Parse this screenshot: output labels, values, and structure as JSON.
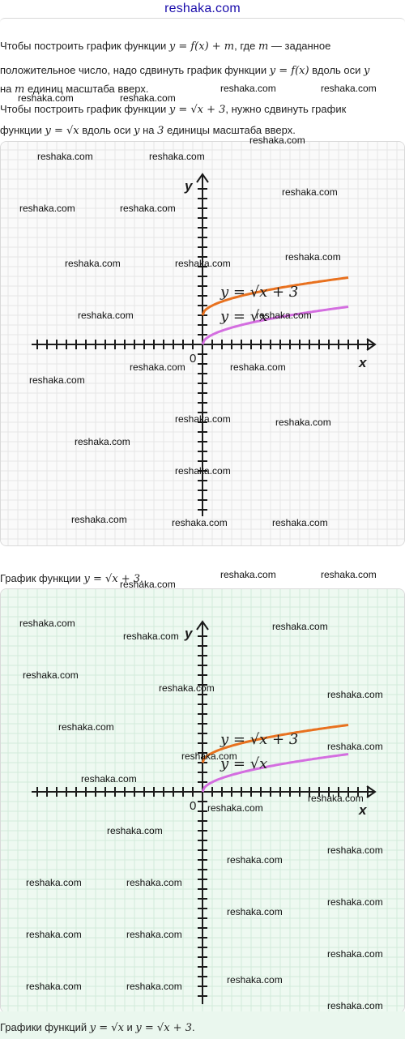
{
  "site": {
    "link": "reshaka.com"
  },
  "text": {
    "line1a": "Чтобы построить график функции ",
    "line1m": "y = f(x) + m",
    "line1b": ", где ",
    "line1m2": "m",
    "line1c": " — заданное",
    "line2a": "положительное число, надо сдвинуть график функции ",
    "line2m": "y = f(x)",
    "line2b": " вдоль оси ",
    "line2m2": "y",
    "line3a": "на ",
    "line3m": "m",
    "line3b": " единиц масштаба вверх.",
    "line4a": "Чтобы построить график функции ",
    "line4m": "y = √x + 3",
    "line4b": ", нужно сдвинуть график",
    "line5a": "функции ",
    "line5m": "y = √x",
    "line5b": " вдоль оси ",
    "line5m2": "y",
    "line5c": " на ",
    "line5m3": "3",
    "line5d": " единицы масштаба вверх."
  },
  "graphs": [
    {
      "caption_a": "График функции ",
      "caption_m": "y = √x + 3",
      "caption_b": ".",
      "y_axis_label": "y",
      "x_axis_label": "x",
      "origin_label": "0",
      "curve_upper_label": "y = √x + 3",
      "curve_lower_label": "y = √x",
      "colors": {
        "upper": "#e8711f",
        "lower": "#d46ee0",
        "grid": "#e6e6e6",
        "background": "#fafafa"
      }
    },
    {
      "caption_a": "Графики функций ",
      "caption_m1": "y = √x",
      "caption_mid": " и ",
      "caption_m2": "y = √x + 3",
      "caption_b": ".",
      "y_axis_label": "y",
      "x_axis_label": "x",
      "origin_label": "0",
      "curve_upper_label": "y = √x + 3",
      "curve_lower_label": "y = √x",
      "colors": {
        "upper": "#e8711f",
        "lower": "#d46ee0",
        "grid": "#d3eadb",
        "background": "#eef9f1"
      }
    }
  ],
  "watermark": {
    "text": "reshaka.com"
  }
}
